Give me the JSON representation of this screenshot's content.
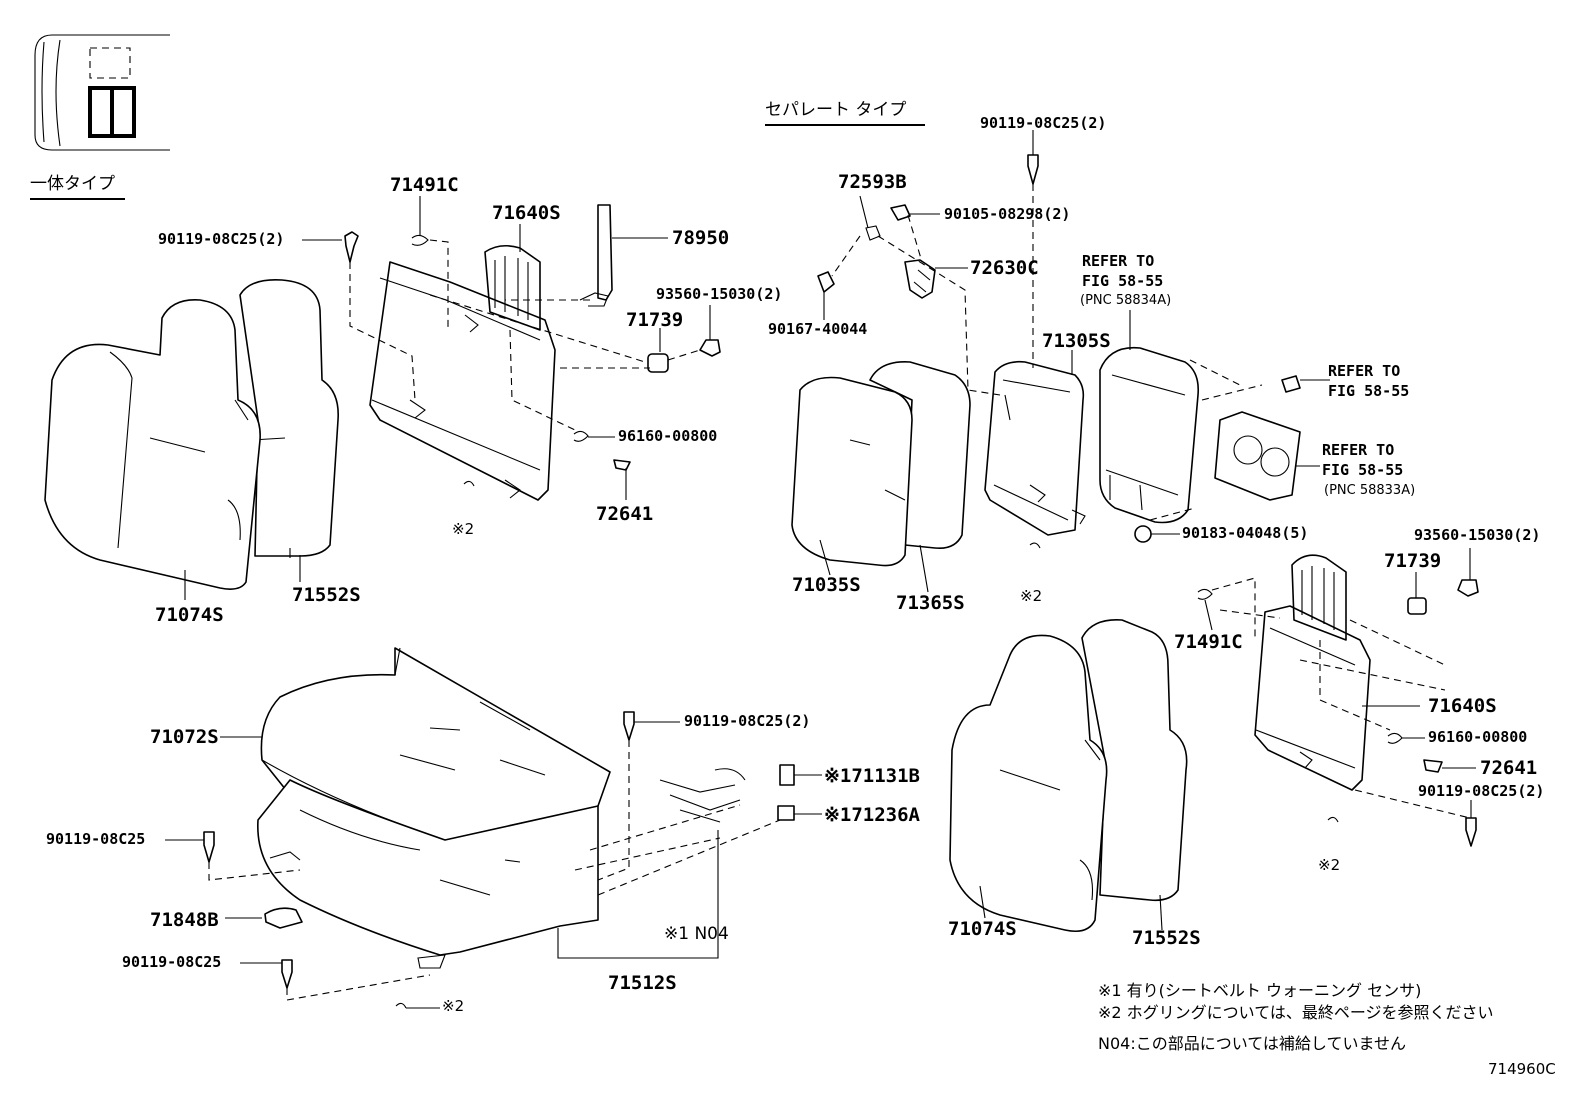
{
  "headings": {
    "integral_type": "一体タイプ",
    "separate_type": "セパレート タイプ"
  },
  "parts": {
    "p71491c_left": "71491C",
    "p71640s_left": "71640S",
    "p78950": "78950",
    "p90119_top_left": "90119-08C25(2)",
    "p93560_left": "93560-15030(2)",
    "p71739_left": "71739",
    "p96160_left": "96160-00800",
    "p72641_left": "72641",
    "ref2_left": "※2",
    "p71074s_left": "71074S",
    "p71552s_left": "71552S",
    "p72593b": "72593B",
    "p90119_top_right": "90119-08C25(2)",
    "p90105": "90105-08298(2)",
    "p72630c": "72630C",
    "p90167": "90167-40044",
    "p71305s": "71305S",
    "refer1_a": "REFER TO",
    "refer1_b": "FIG 58-55",
    "refer1_pnc": "(PNC 58834A)",
    "refer2_a": "REFER TO",
    "refer2_b": "FIG 58-55",
    "refer3_a": "REFER TO",
    "refer3_b": "FIG 58-55",
    "refer3_pnc": "(PNC 58833A)",
    "p71035s": "71035S",
    "p71365s": "71365S",
    "ref2_mid": "※2",
    "p90183": "90183-04048(5)",
    "p93560_right": "93560-15030(2)",
    "p71739_right": "71739",
    "p71491c_right": "71491C",
    "p71640s_right": "71640S",
    "p96160_right": "96160-00800",
    "p72641_right": "72641",
    "p90119_right_low": "90119-08C25(2)",
    "ref2_right": "※2",
    "p71074s_right": "71074S",
    "p71552s_right": "71552S",
    "p71072s": "71072S",
    "p90119_cushion": "90119-08C25(2)",
    "p171131b": "※171131B",
    "p171236a": "※171236A",
    "p90119_left_a": "90119-08C25",
    "p71848b": "71848B",
    "p90119_left_b": "90119-08C25",
    "ref1_n04": "※1 N04",
    "p71512s": "71512S",
    "ref2_bottom": "※2"
  },
  "notes": {
    "n1": "※1  有り(シートベルト ウォーニング センサ)",
    "n2": "※2  ホグリングについては、最終ページを参照ください",
    "n3": "N04:この部品については補給していません"
  },
  "figure_code": "714960C"
}
